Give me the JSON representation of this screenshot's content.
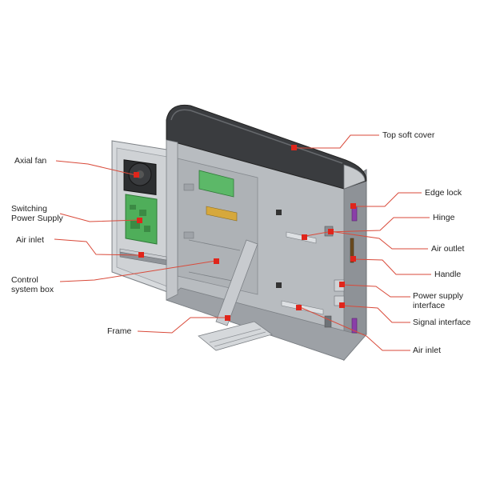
{
  "labels": {
    "axial_fan": "Axial fan",
    "switching_power_supply": [
      "Switching",
      "Power Supply"
    ],
    "air_inlet_left": "Air inlet",
    "control_system_box": [
      "Control",
      "system box"
    ],
    "frame": "Frame",
    "top_soft_cover": "Top soft cover",
    "edge_lock": "Edge lock",
    "hinge": "Hinge",
    "air_outlet": "Air outlet",
    "handle": "Handle",
    "power_supply_interface": [
      "Power supply",
      "interface"
    ],
    "signal_interface": "Signal interface",
    "air_inlet_bottom": "Air inlet"
  },
  "colors": {
    "leader_line": "#d94a3a",
    "marker": "#e0251b",
    "cabinet_back": "#b9bdc1",
    "cabinet_side": "#8f9398",
    "top_cover": "#3b3d40",
    "door": "#d5d8db",
    "pcb_green": "#4fae5a",
    "fan_dark": "#2c2e30",
    "lock_purple": "#8a3fa8"
  }
}
